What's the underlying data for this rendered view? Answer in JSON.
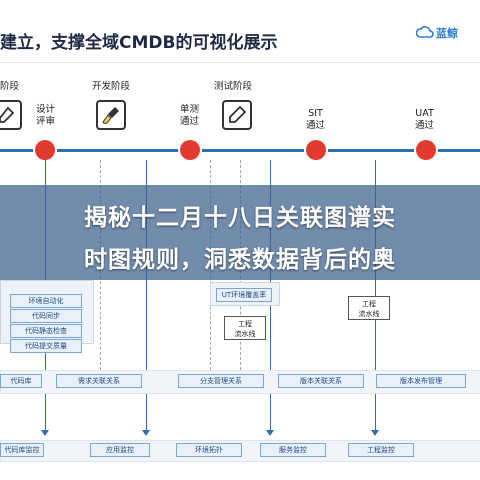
{
  "header": {
    "title": "建立，支撑全域CMDB的可视化展示",
    "logo_text": "蓝鲸"
  },
  "phases": [
    {
      "label": "阶段",
      "icon": "document-icon"
    },
    {
      "label": "开发阶段",
      "icon": "brush-icon"
    },
    {
      "label": "测试阶段",
      "icon": "pencil-icon"
    }
  ],
  "milestones": [
    {
      "label": "设计\n评审"
    },
    {
      "label": "单测\n通过"
    },
    {
      "label": "SIT\n通过"
    },
    {
      "label": "UAT\n通过"
    }
  ],
  "banner": {
    "line1": "揭秘十二月十八日关联图谱实",
    "line2": "时图规则，洞悉数据背后的奥"
  },
  "panels": {
    "left_items": [
      "环境自动化",
      "代码同步",
      "代码静态检查",
      "代码提交质量"
    ],
    "middle_items": [
      "UT环境覆盖率"
    ],
    "pipeline_boxes": [
      "工程\n流水线",
      "工程\n流水线"
    ]
  },
  "lanes": {
    "top": [
      "代码库",
      "需求关联关系",
      "分支管理关系",
      "版本关联关系",
      "版本发布管理"
    ],
    "bottom": [
      "代码库监控",
      "应用监控",
      "环境拓扑",
      "服务监控",
      "工程监控"
    ]
  },
  "colors": {
    "accent": "#2f6fb0",
    "milestone": "#e23a2f",
    "banner": "#3c5f8c"
  }
}
